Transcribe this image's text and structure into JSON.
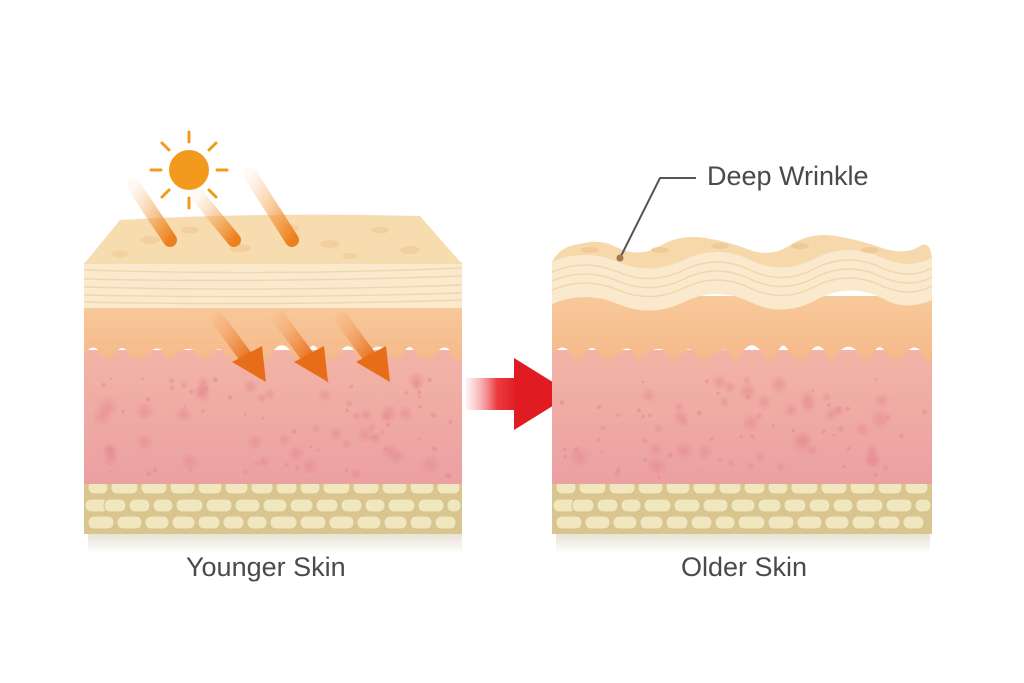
{
  "labels": {
    "younger": "Younger Skin",
    "older": "Older Skin",
    "wrinkle": "Deep Wrinkle"
  },
  "colors": {
    "sun": "#f39a1e",
    "ray": "#f0892a",
    "arrow_inner": "#e8781e",
    "transition_arrow": "#e5202b",
    "epidermis_top": "#f7dcb2",
    "epidermis_stripes": "#fbeed5",
    "dermis_upper": "#f6c08f",
    "dermis_lower": "#eca3a3",
    "fat_cells": "#ece0b1",
    "label_text": "#4a4a4a"
  }
}
